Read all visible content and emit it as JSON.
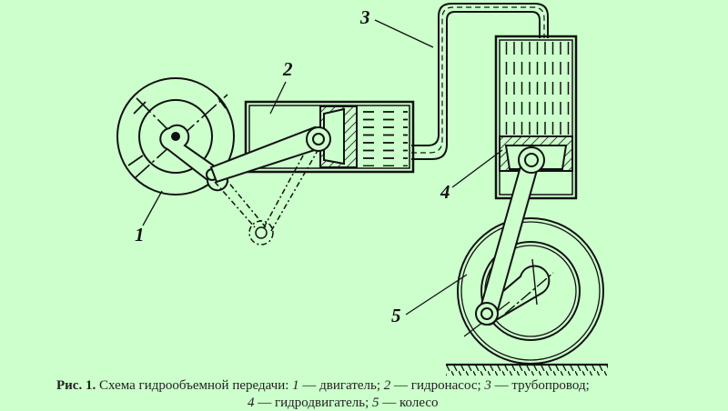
{
  "figure": {
    "background_color": "#ccffcc",
    "line_color": "#111111",
    "labels": {
      "l1": "1",
      "l2": "2",
      "l3": "3",
      "l4": "4",
      "l5": "5"
    },
    "components": [
      {
        "id": "1",
        "name": "двигатель",
        "shape": "engine-flywheel"
      },
      {
        "id": "2",
        "name": "гидронасос",
        "shape": "pump-cylinder"
      },
      {
        "id": "3",
        "name": "трубопровод",
        "shape": "pipeline"
      },
      {
        "id": "4",
        "name": "гидродвигатель",
        "shape": "hydraulic-motor-cylinder"
      },
      {
        "id": "5",
        "name": "колесо",
        "shape": "wheel"
      }
    ]
  },
  "caption": {
    "fig_label": "Рис. 1.",
    "title": "Схема гидрообъемной передачи:",
    "items": [
      {
        "num": "1",
        "text": "— двигатель;"
      },
      {
        "num": "2",
        "text": "— гидронасос;"
      },
      {
        "num": "3",
        "text": "— трубопровод;"
      },
      {
        "num": "4",
        "text": "— гидродвигатель;"
      },
      {
        "num": "5",
        "text": "— колесо"
      }
    ]
  }
}
